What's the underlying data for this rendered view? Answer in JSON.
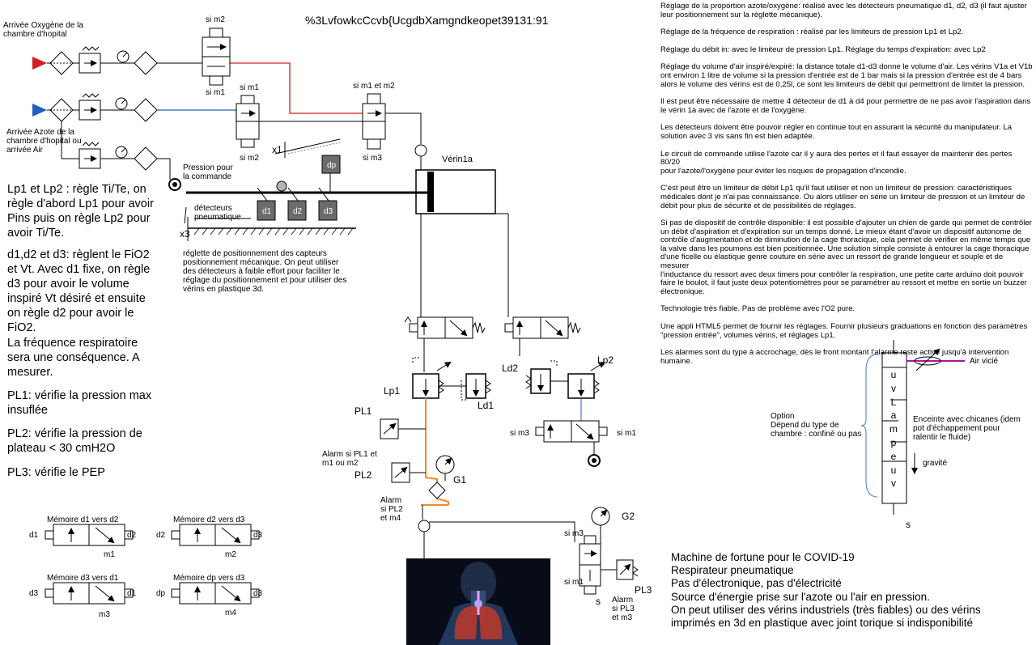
{
  "doc_title": "%3LvfowkcCcvb{UcgdbXamgndkeopet39131:91",
  "inputs": {
    "oxygen": "Arrivée Oxygène de la\nchambre d'hopital",
    "azote": "Arrivée Azote de la\nchambre d'hopital ou\narrivée Air",
    "pression_commande": "Pression pour\nla commande"
  },
  "valve_labels": {
    "sim2": "si m2",
    "sim1": "si m1",
    "sim1_b": "si m1",
    "sim2_b": "si m2",
    "sim1m2": "si m1 et m2",
    "sim3": "si m3",
    "x1": "x1",
    "x3": "x3",
    "dp": "dp",
    "d1": "d1",
    "d2": "d2",
    "d3": "d3",
    "verin": "Vérin1a",
    "detecteurs": "détecteurs\npneumatique",
    "reglette": "réglette de positionnement des capteurs\npositionnement mécanique. On peut utiliser\ndes détecteurs à faible effort pour faciliter le\nréglage du positionnement et pour utiliser des\nvérins en plastique 3d."
  },
  "left_notes": {
    "p1": "Lp1 et Lp2 : règle Ti/Te, on\nrègle d'abord Lp1 pour avoir\nPins puis on règle Lp2 pour\navoir Ti/Te.",
    "p2": "d1,d2 et d3: règlent le FiO2\net Vt. Avec d1 fixe, on règle\nd3 pour avoir le volume\ninspiré Vt désiré et ensuite\non règle d2 pour avoir le\nFiO2.",
    "p3": "La fréquence respiratoire\nsera une conséquence. A\nmesurer.",
    "p4": "PL1: vérifie la pression max\ninsuflée",
    "p5": "PL2: vérifie la pression de\nplateau < 30 cmH2O",
    "p6": "PL3: vérifie le PEP"
  },
  "memories": [
    {
      "title": "Mémoire d1 vers d2",
      "left": "d1",
      "right": "d2",
      "out": "m1"
    },
    {
      "title": "Mémoire d2 vers d3",
      "left": "d2",
      "right": "d3",
      "out": "m2"
    },
    {
      "title": "Mémoire d3 vers d1",
      "left": "d3",
      "right": "d1",
      "out": "m3"
    },
    {
      "title": "Mémoire dp vers d3",
      "left": "dp",
      "right": "d3",
      "out": "m4"
    }
  ],
  "circuit": {
    "lp1": "Lp1",
    "lp2": "Lp2",
    "ld1": "Ld1",
    "ld2": "Ld2",
    "pl1": "PL1",
    "pl2": "PL2",
    "pl3": "PL3",
    "g1": "G1",
    "g2": "G2",
    "alarm1": "Alarm si PL1 et\nm1 ou m2",
    "alarm2": "Alarm\nsi PL2\net m4",
    "alarm3": "Alarm\nsi PL3\net m3",
    "sim3_c": "si m3",
    "sim1_c": "si m1",
    "sim3_d": "si m3",
    "sim1_d": "si m1",
    "s": "s"
  },
  "right_text": [
    "Réglage de la proportion azote/oxygène: réalisé avec les détecteurs pneumatique d1, d2, d3 (il faut ajuster\nleur positionnement sur la réglette mécanique).",
    "Réglage de la fréquence de respiration : réalisé par les limiteurs de pression Lp1 et Lp2.",
    "Réglage du débit in: avec le limiteur de pression Lp1. Réglage du temps d'expiration: avec Lp2",
    "Réglage du volume d'air inspiré/expiré: la distance totale d1-d3 donne le volume d'air. Les vérins V1a et V1b\nont environ 1 litre de volume si la pression d'entrée est de 1 bar mais si la pression d'entrée est de 4 bars\nalors le volume des vérins est de 0,25l, ce sont les limiteurs de débit qui permettront de limiter la pression.",
    "Il est peut être nécessaire de mettre 4 détecteur de d1 à d4 pour permettre de ne pas avoir l'aspiration dans\nle vérin 1a avec de l'azote et de l'oxygène.",
    "Les détecteurs doivent être pouvoir régler en continue tout en assurant la sécurité du manipulateur. La\nsolution avec 3 vis sans fin est bien adaptée.",
    "Le circuit de commande utilise l'azote car il y aura des pertes et il faut essayer de maintenir des pertes 80/20\npour l'azote/l'oxygène pour éviter les risques de propagation d'incendie.",
    "C'est peut être un limiteur de débit Lp1 qu'il faut utiliser et non un limiteur de pression: caractéristiques\nmédicales dont je n'ai pas connaissance. Ou alors utiliser en série un limiteur de pression et un limiteur de\ndébit pour plus de sécurité et de possibilités de réglages.",
    "Si pas de dispositif de contrôle disponible: il est possible d'ajouter un chien de garde qui permet de contrôler\nun débit d'aspiration et d'expiration sur un temps donné. Le mieux étant d'avoir un dispositif autonome de\ncontrôle d'augmentation et de diminution de la cage thoracique, cela permet de vérifier en même temps que\nla valve dans les poumons est bien positionnée. Une solution simple consiste à entourer la cage thoracique\nd'une ficelle ou élastique genre couture en série avec un ressort de grande longueur et souple et de mesurer\nl'inductance du ressort avec deux timers pour contrôler la respiration, une petite carte arduino doit pouvoir\nfaire le boulot, il faut juste deux potentiomètres pour se paramétrer au ressort et mettre en sortie un buzzer\nélectronique.",
    "Technologie très fiable. Pas de problème avec l'O2 pure.",
    " Une appli HTML5 permet de fournir les réglages. Fournir plusieurs graduations en fonction des paramètres\n\"pression entrée\", volumes vérins, et réglages Lp1.",
    "Les alarmes sont du type à accrochage, dès le front montant l'alarme reste active jusqu'à intervention\nhumaine."
  ],
  "lamp": {
    "air_vicie": "Air vicié",
    "option": "Option\nDépend du type de\nchambre : confiné ou pas",
    "enceinte": "Enceinte avec chicanes (idem\npot d'échappement pour\nralentir le fluide)",
    "gravite": "gravité",
    "letters": [
      "u",
      "v",
      "L",
      "a",
      "m",
      "p",
      "e",
      "u",
      "v"
    ],
    "s": "s"
  },
  "bottom_text": "Machine de fortune pour le COVID-19\nRespirateur pneumatique\nPas d'électronique, pas d'électricité\nSource d'énergie prise sur l'azote ou l'air en pression.\nOn peut utiliser des vérins industriels (très fiables) ou des vérins\nimprimés en 3d en plastique avec joint torique si indisponibilité",
  "colors": {
    "oxygen": "#d41e1e",
    "azote": "#1f5fbf",
    "orange": "#f08c1e",
    "purple": "#b0159a"
  }
}
